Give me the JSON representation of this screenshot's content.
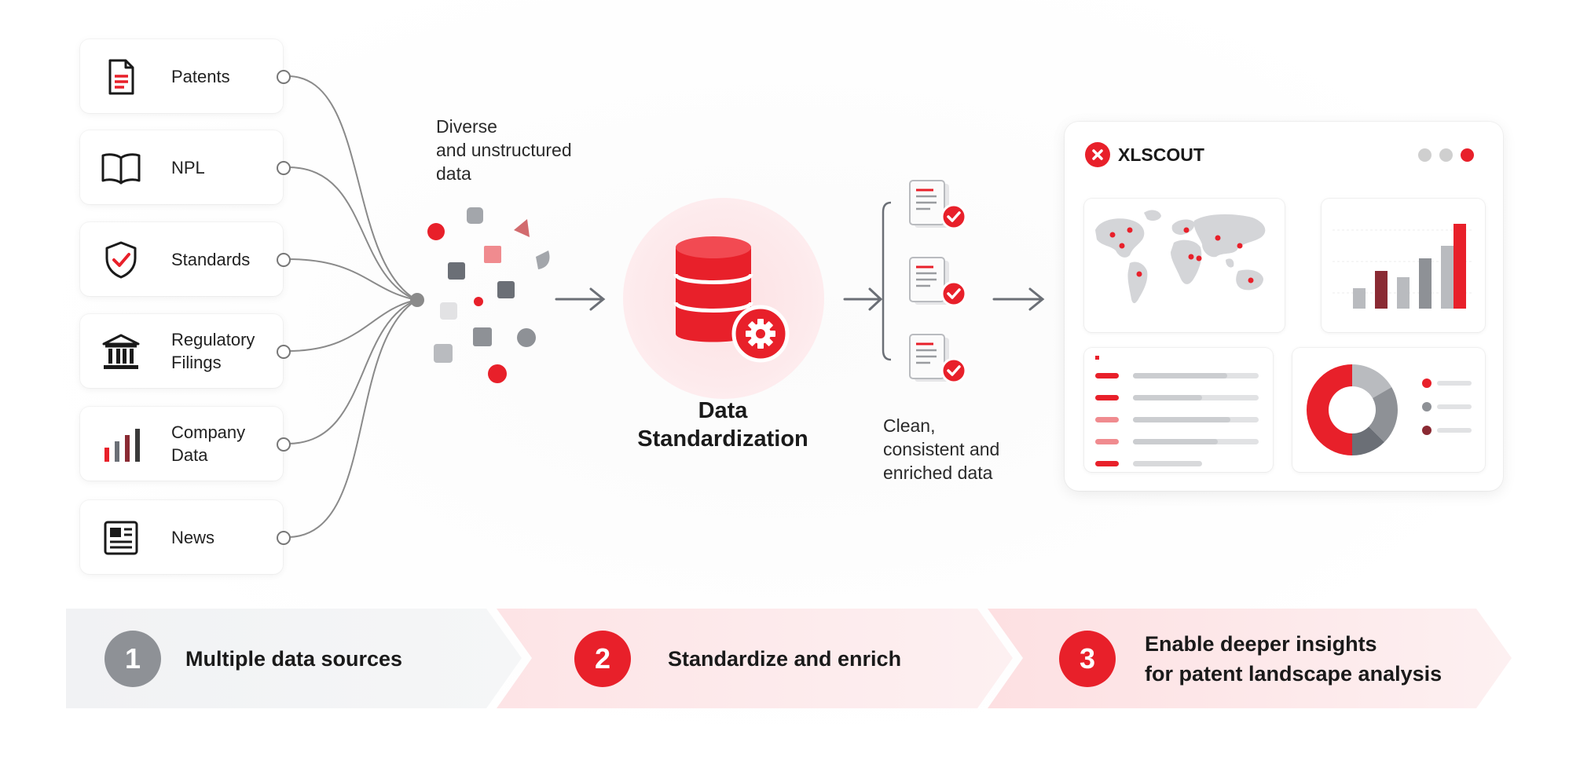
{
  "sources": [
    {
      "label_lines": [
        "Patents"
      ],
      "icon": "document-icon"
    },
    {
      "label_lines": [
        "NPL"
      ],
      "icon": "open-book-icon"
    },
    {
      "label_lines": [
        "Standards"
      ],
      "icon": "shield-check-icon"
    },
    {
      "label_lines": [
        "Regulatory",
        "Filings"
      ],
      "icon": "bank-building-icon"
    },
    {
      "label_lines": [
        "Company",
        "Data"
      ],
      "icon": "bar-chart-icon"
    },
    {
      "label_lines": [
        "News"
      ],
      "icon": "newspaper-icon"
    }
  ],
  "input_note": {
    "lines": [
      "Diverse",
      "and unstructured",
      "data"
    ]
  },
  "center": {
    "title_lines": [
      "Data",
      "Standardization"
    ],
    "icon": "database-gear-icon"
  },
  "output_note": {
    "lines": [
      "Clean,",
      "consistent and",
      "enriched data"
    ]
  },
  "dashboard": {
    "brand": "XLSCOUT",
    "window_dot_colors": [
      "#cfcfcf",
      "#cfcfcf",
      "#e8202a"
    ]
  },
  "steps": [
    {
      "number": "1",
      "label_lines": [
        "Multiple data sources"
      ]
    },
    {
      "number": "2",
      "label_lines": [
        "Standardize and enrich"
      ]
    },
    {
      "number": "3",
      "label_lines": [
        "Enable deeper insights",
        "for patent landscape analysis"
      ]
    }
  ],
  "colors": {
    "accent": "#e8202a",
    "neutral": "#8e9196",
    "dark_red": "#8a2a33"
  }
}
